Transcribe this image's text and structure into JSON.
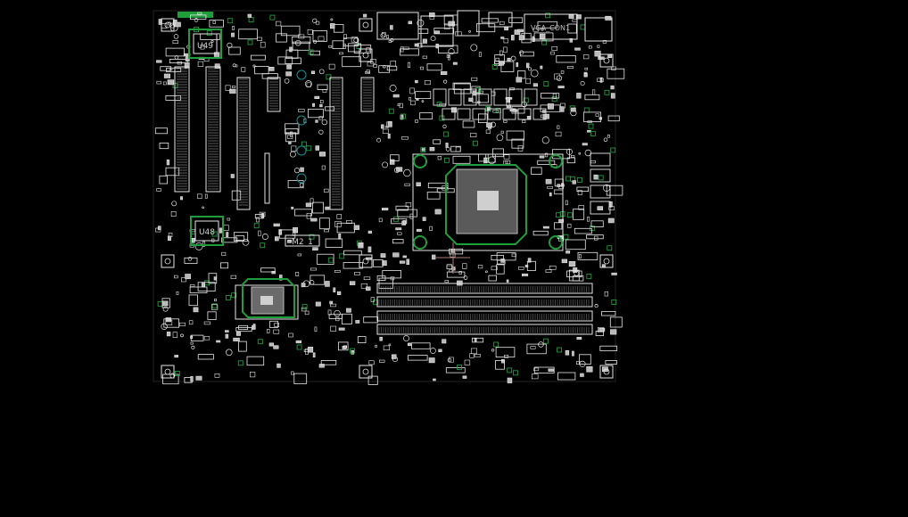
{
  "viewer": {
    "title": "",
    "colors": {
      "background": "#000000",
      "silkscreen": "#e6e6e6",
      "outline_green": "#1f9d3a",
      "pad_gray": "#b9b9b9",
      "mount_cyan": "#1a8f8f",
      "cursor": "#b07a7a"
    }
  },
  "components": {
    "u49": "U49",
    "u48": "U48",
    "m2": "M2_1",
    "vga": "VGA_CON1"
  },
  "icons": {
    "cursor": "crosshair-icon"
  }
}
